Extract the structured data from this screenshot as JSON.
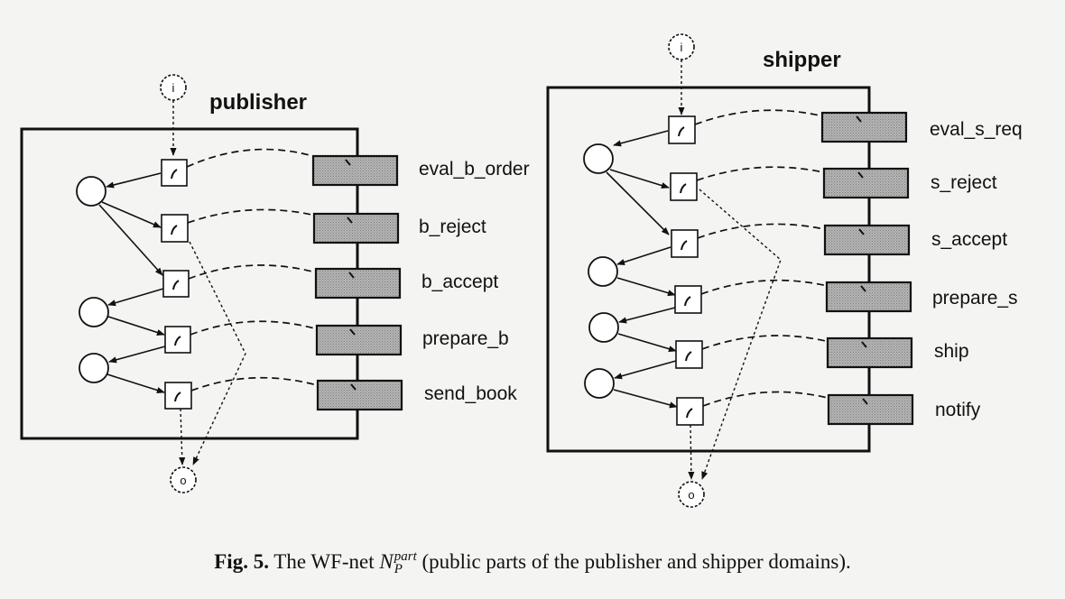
{
  "publisher": {
    "title": "publisher",
    "input_label": "i",
    "output_label": "o",
    "transitions": [
      "eval_b_order",
      "b_reject",
      "b_accept",
      "prepare_b",
      "send_book"
    ]
  },
  "shipper": {
    "title": "shipper",
    "input_label": "i",
    "output_label": "o",
    "transitions": [
      "eval_s_req",
      "s_reject",
      "s_accept",
      "prepare_s",
      "ship",
      "notify"
    ]
  },
  "caption": {
    "fig": "Fig. 5.",
    "pre": "The WF-net",
    "symbol": "N",
    "sup": "part",
    "sub": "P",
    "post": "(public parts of the publisher and shipper domains)."
  },
  "colors": {
    "ink": "#111111",
    "shaded_fill": "#a9a9a9",
    "background": "#f4f4f2"
  }
}
